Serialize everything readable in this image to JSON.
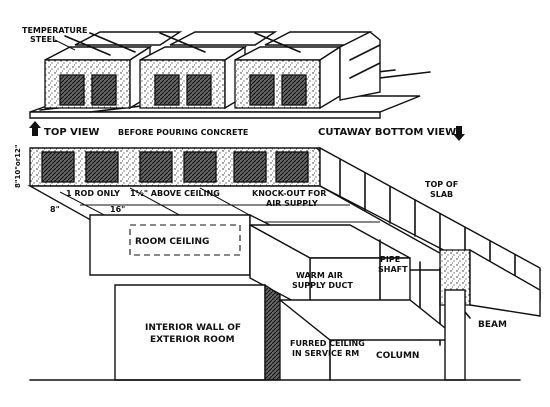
{
  "labels": {
    "temperature_steel_1": "TEMPERATURE",
    "temperature_steel_2": "STEEL",
    "top_view": "TOP VIEW",
    "before_pouring": "BEFORE POURING CONCRETE",
    "cutaway_bottom_view": "CUTAWAY BOTTOM VIEW",
    "dim_vertical": "8\"10\"or12\"",
    "rod_only": "1 ROD ONLY",
    "above_ceiling": "1½\" ABOVE CEILING",
    "knockout_1": "KNOCK-OUT FOR",
    "knockout_2": "AIR SUPPLY",
    "dim_8": "8\"",
    "dim_16": "16\"",
    "top_of_slab_1": "TOP OF",
    "top_of_slab_2": "SLAB",
    "room_ceiling": "ROOM CEILING",
    "warm_air_1": "WARM AIR",
    "warm_air_2": "SUPPLY DUCT",
    "pipe_shaft_1": "PIPE",
    "pipe_shaft_2": "SHAFT",
    "beam": "BEAM",
    "interior_wall_1": "INTERIOR WALL OF",
    "interior_wall_2": "EXTERIOR ROOM",
    "furred_ceiling_1": "FURRED CEILING",
    "furred_ceiling_2": "IN SERVICE RM",
    "column": "COLUMN"
  },
  "icons": [
    "arrow-up-icon",
    "arrow-down-icon"
  ]
}
